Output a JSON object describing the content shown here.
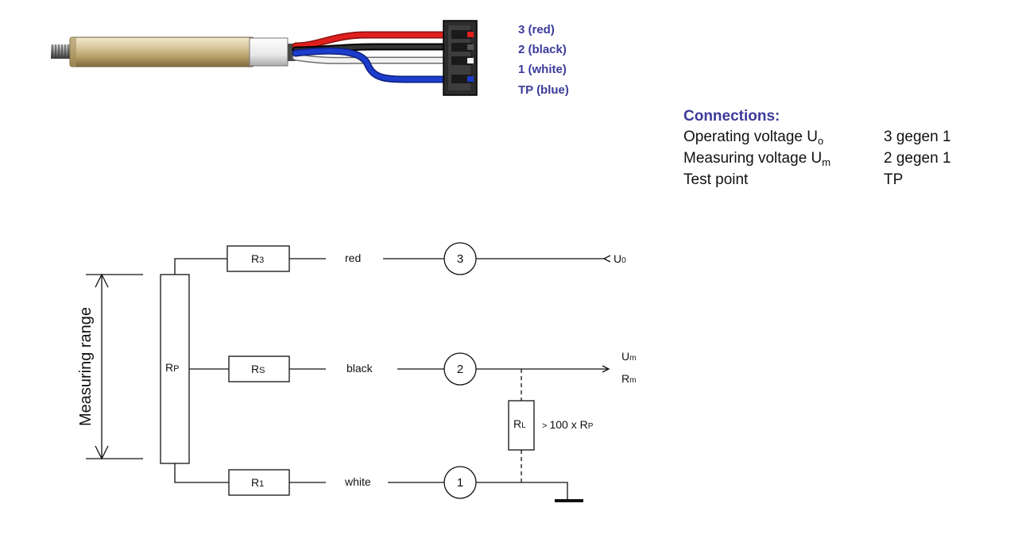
{
  "sensor": {
    "wire_labels": [
      "3 (red)",
      "2 (black)",
      "1 (white)",
      "TP (blue)"
    ],
    "wire_colors": {
      "red": "#e0201e",
      "black": "#1e1e1e",
      "white": "#f2f2f2",
      "blue": "#1c3ccc"
    },
    "body_color": "#c9b48a"
  },
  "connections": {
    "title": "Connections:",
    "rows": [
      {
        "name": "Operating voltage U",
        "sub": "o",
        "value": "3 gegen 1"
      },
      {
        "name": "Measuring voltage U",
        "sub": "m",
        "value": "2 gegen 1"
      },
      {
        "name": "Test point",
        "sub": "",
        "value": "TP"
      }
    ]
  },
  "schematic": {
    "measuring_range": "Measuring range",
    "rp_main": "R",
    "rp_sub": "P",
    "r3_main": "R",
    "r3_sub": "3",
    "rs_main": "R",
    "rs_sub": "S",
    "r1_main": "R",
    "r1_sub": "1",
    "rl_main": "R",
    "rl_sub": "L",
    "wire_red": "red",
    "wire_black": "black",
    "wire_white": "white",
    "node_3": "3",
    "node_2": "2",
    "node_1": "1",
    "u0_main": "U",
    "u0_sub": "0",
    "um_main": "U",
    "um_sub": "m",
    "rm_main": "R",
    "rm_sub": "m",
    "rl_note_prefix": "> ",
    "rl_note_main": "100 x R",
    "rl_note_sub": "P"
  }
}
